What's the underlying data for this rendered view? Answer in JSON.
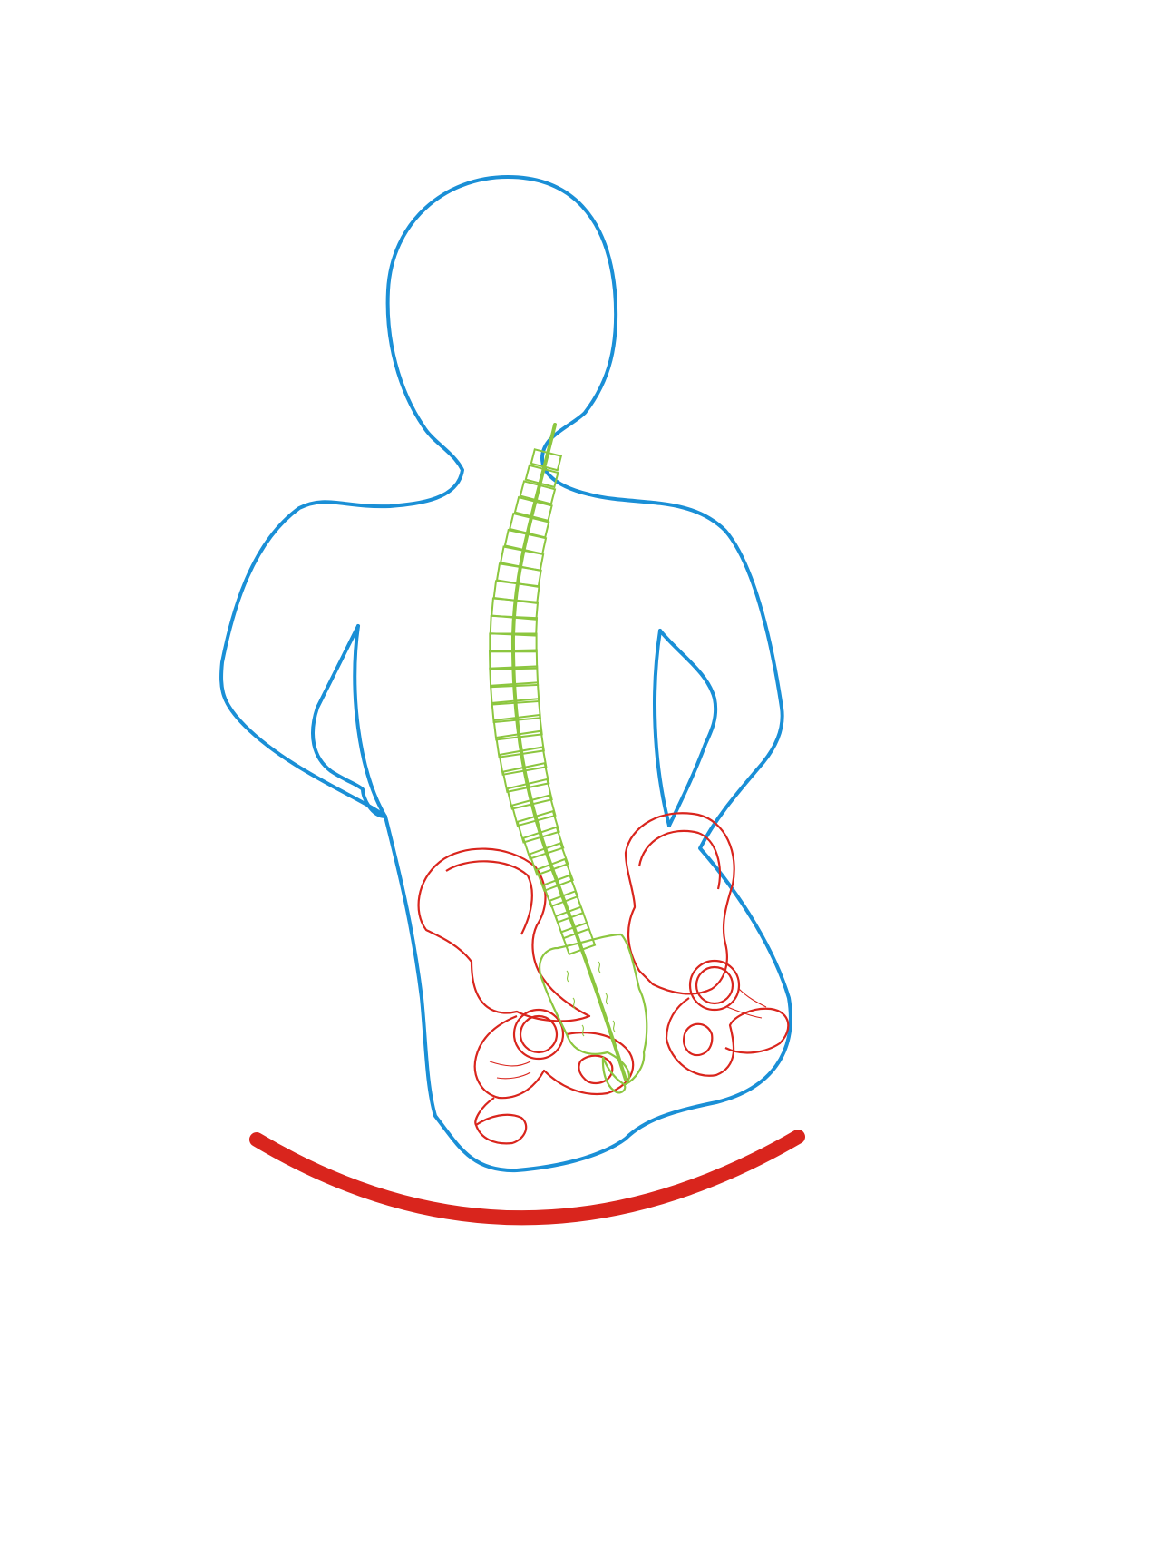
{
  "colors": {
    "background": "#ffffff",
    "body_outline": "#1a8fd6",
    "spine": "#8cc63f",
    "pelvis": "#d9251d",
    "base_arc": "#d9251d"
  },
  "elements": {
    "body_outline": "seated-figure-back-view",
    "spine": "curved-spine-with-vertebrae",
    "pelvis": "tilted-pelvis-and-hip-joints",
    "base": "curved-seat-arc"
  }
}
